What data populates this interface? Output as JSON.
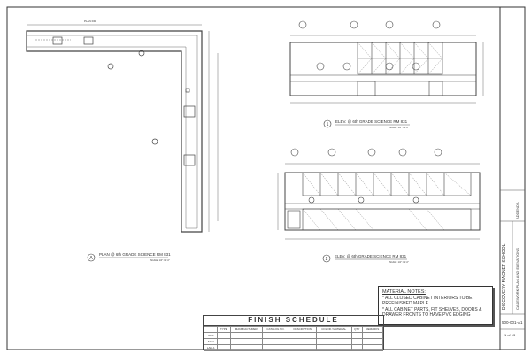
{
  "plan": {
    "marker": "A",
    "title": "PLAN @ 6th GRADE SCIENCE RM 831",
    "scale": "SCALE: 1/4\" = 1'-0\""
  },
  "elevation_1": {
    "marker": "1",
    "title": "ELEV. @ 6th GRADE SCIENCE RM 831",
    "scale": "SCALE: 1/2\" = 1'-0\""
  },
  "elevation_2": {
    "marker": "2",
    "title": "ELEV. @ 6th GRADE SCIENCE RM 831",
    "scale": "SCALE: 1/2\" = 1'-0\""
  },
  "material_notes": {
    "heading": "MATERIAL NOTES:",
    "lines": [
      "* ALL CLOSED CABINET INTERIORS TO BE",
      "PREFINISHED MAPLE",
      "* ALL CABINET PARTS, FIT SHELVES, DOORS &",
      "DRAWER FRONTS TO HAVE PVC EDGING"
    ]
  },
  "finish_schedule": {
    "title": "FINISH SCHEDULE",
    "headers": [
      "",
      "TYPE",
      "MANUFACTURER",
      "CATALOG NO.",
      "DESCRIPTION",
      "COLOR / MATERIAL",
      "QTY",
      "REMARKS"
    ],
    "rows": [
      [
        "SC-1",
        "",
        "",
        "",
        "",
        "",
        "",
        ""
      ],
      [
        "SC-2",
        "",
        "",
        "",
        "",
        "",
        "",
        ""
      ],
      [
        "LAM-1",
        "",
        "",
        "",
        "",
        "",
        "",
        ""
      ]
    ]
  },
  "title_block": {
    "project": "DISCOVERY MAGNET SCHOOL",
    "sheet_title": "CASEWORK PLAN AND ELEVATIONS",
    "sheet_number": "500-001-A1",
    "sheet_count": "1 of 13",
    "status": "ADDENDA"
  }
}
